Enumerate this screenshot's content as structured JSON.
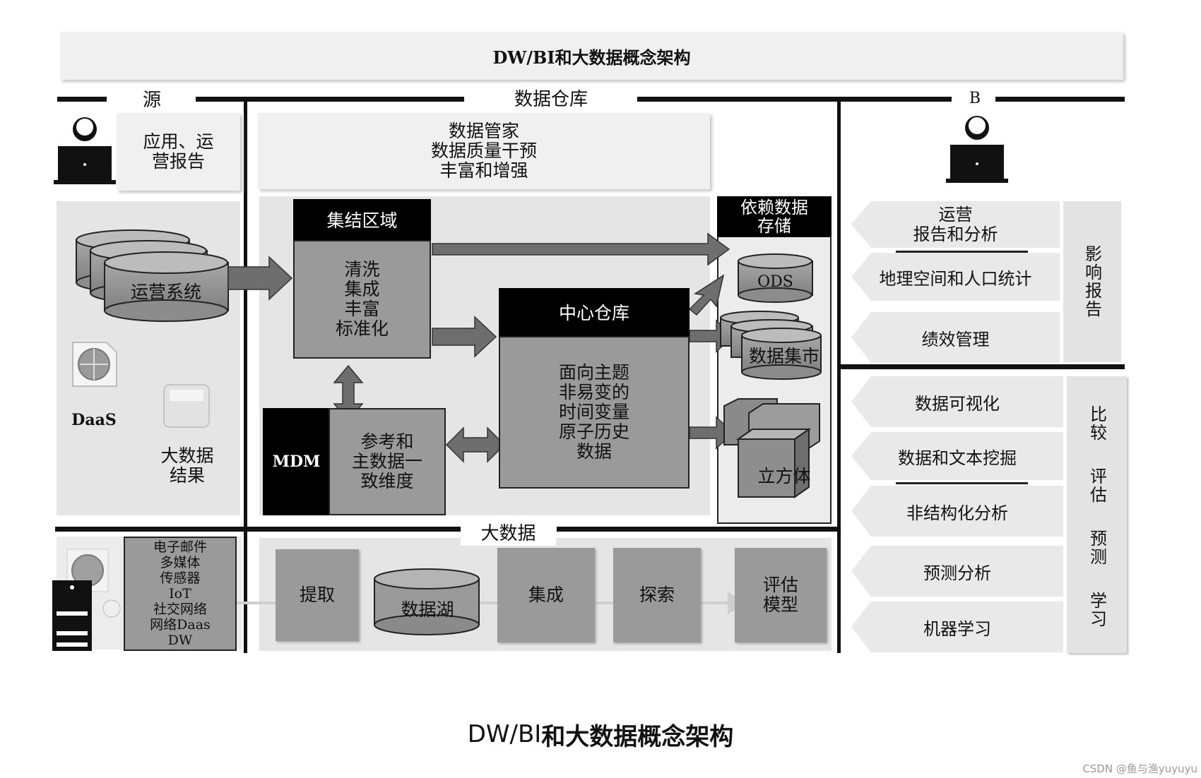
{
  "title": "DW/BI和大数据概念架构",
  "sections": {
    "source": "源",
    "warehouse": "数据仓库",
    "bi": "B",
    "bigdata": "大数据"
  },
  "source": {
    "app_reports": "应用、运\n营报告",
    "ops_systems": "运营系统",
    "daas": "DaaS",
    "bigdata_results": "大数据\n结果",
    "bigdata_sources": "电子邮件\n多媒体\n传感器\nIoT\n社交网络\n网络Daas\nDW"
  },
  "warehouse": {
    "steward": "数据管家\n数据质量干预\n丰富和增强",
    "staging_title": "集结区域",
    "staging_body": "清洗\n集成\n丰富\n标准化",
    "central_title": "中心仓库",
    "central_body": "面向主题\n非易变的\n时间变量\n原子历史\n数据",
    "mdm_title": "MDM",
    "mdm_body": "参考和\n主数据一\n致维度",
    "dependent_title": "依赖数据\n存储",
    "ods": "ODS",
    "mart": "数据集市",
    "cube": "立方体"
  },
  "bigdata": {
    "steps": [
      "提取",
      "数据湖",
      "集成",
      "探索",
      "评估\n模型"
    ]
  },
  "bi": {
    "group1": [
      "运营\n报告和分析",
      "地理空间和人口统计",
      "绩效管理"
    ],
    "group1_side": "影响报告",
    "group2": [
      "数据可视化",
      "数据和文本挖掘",
      "非结构化分析",
      "预测分析",
      "机器学习"
    ],
    "group2_side": [
      "比较",
      "评估",
      "预测",
      "学习"
    ]
  },
  "caption": {
    "prefix": "DW/BI",
    "rest": " 和大数据概念架构"
  },
  "watermark": "CSDN @鱼与渔yuyuyu"
}
